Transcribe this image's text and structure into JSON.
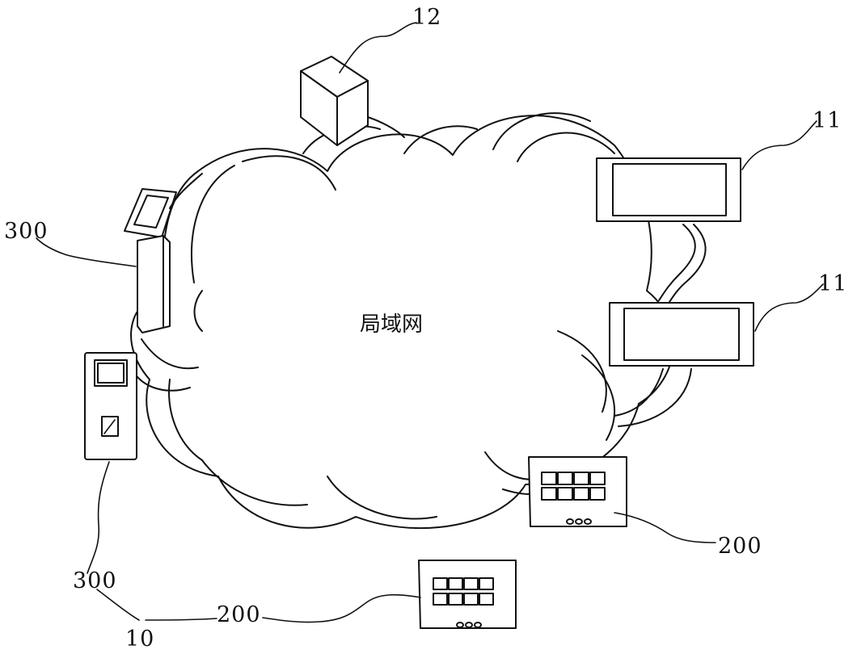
{
  "diagram": {
    "center_label": "局域网",
    "labels": {
      "server": "12",
      "display_top": "11",
      "display_bottom": "11",
      "kiosk": "300",
      "terminal_bottom_left": "300",
      "panel_right": "200",
      "panel_bottom": "200",
      "system": "10"
    },
    "colors": {
      "stroke": "#111111",
      "background": "#ffffff"
    }
  }
}
